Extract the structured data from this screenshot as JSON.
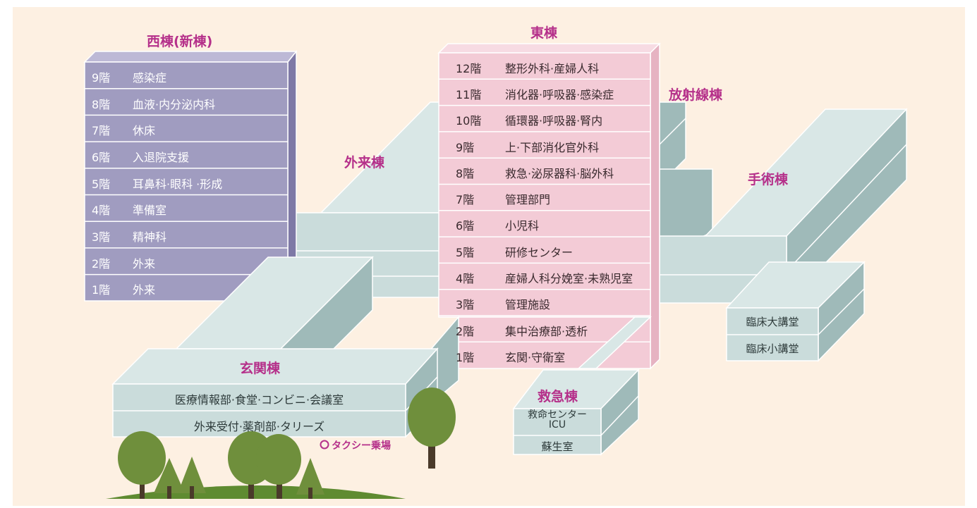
{
  "colors": {
    "background": "#fdf0e2",
    "west_face": "#a09cc0",
    "west_side": "#7e79a6",
    "east_face": "#f3cbd6",
    "east_side": "#e6b3c2",
    "gray_face": "#cadcdb",
    "gray_side": "#9fbab9",
    "gray_top": "#d9e7e6",
    "label": "#b5308a",
    "tree": "#6f8f3c",
    "trunk": "#4a3a2a",
    "hill": "#5f8b31"
  },
  "labels": {
    "west": "西棟(新棟)",
    "east": "東棟",
    "radiology": "放射線棟",
    "outpatient": "外来棟",
    "surgery": "手術棟",
    "entrance": "玄関棟",
    "emergency": "救急棟",
    "taxi": "タクシー乗場"
  },
  "west_floors": [
    {
      "num": "9階",
      "name": "感染症"
    },
    {
      "num": "8階",
      "name": "血液·内分泌内科"
    },
    {
      "num": "7階",
      "name": "休床"
    },
    {
      "num": "6階",
      "name": "入退院支援"
    },
    {
      "num": "5階",
      "name": "耳鼻科·眼科 ·形成"
    },
    {
      "num": "4階",
      "name": "準備室"
    },
    {
      "num": "3階",
      "name": "精神科"
    },
    {
      "num": "2階",
      "name": "外来"
    },
    {
      "num": "1階",
      "name": "外来"
    }
  ],
  "east_floors": [
    {
      "num": "12階",
      "name": "整形外科·産婦人科"
    },
    {
      "num": "11階",
      "name": "消化器·呼吸器·感染症"
    },
    {
      "num": "10階",
      "name": "循環器·呼吸器·腎内"
    },
    {
      "num": "9階",
      "name": "上·下部消化官外科"
    },
    {
      "num": "8階",
      "name": "救急·泌尿器科·脳外科"
    },
    {
      "num": "7階",
      "name": "管理部門"
    },
    {
      "num": "6階",
      "name": "小児科"
    },
    {
      "num": "5階",
      "name": "研修センター"
    },
    {
      "num": "4階",
      "name": "産婦人科分娩室·未熟児室"
    },
    {
      "num": "3階",
      "name": "管理施設"
    },
    {
      "num": "2階",
      "name": "集中治療部·透析"
    },
    {
      "num": "1階",
      "name": "玄関·守衛室"
    }
  ],
  "entrance_floors": [
    "医療情報部·食堂·コンビニ·会議室",
    "外来受付·薬剤部·タリーズ"
  ],
  "lecture": [
    "臨床大講堂",
    "臨床小講堂"
  ],
  "emergency_floors": [
    "救命センター\nICU",
    "蘇生室"
  ]
}
